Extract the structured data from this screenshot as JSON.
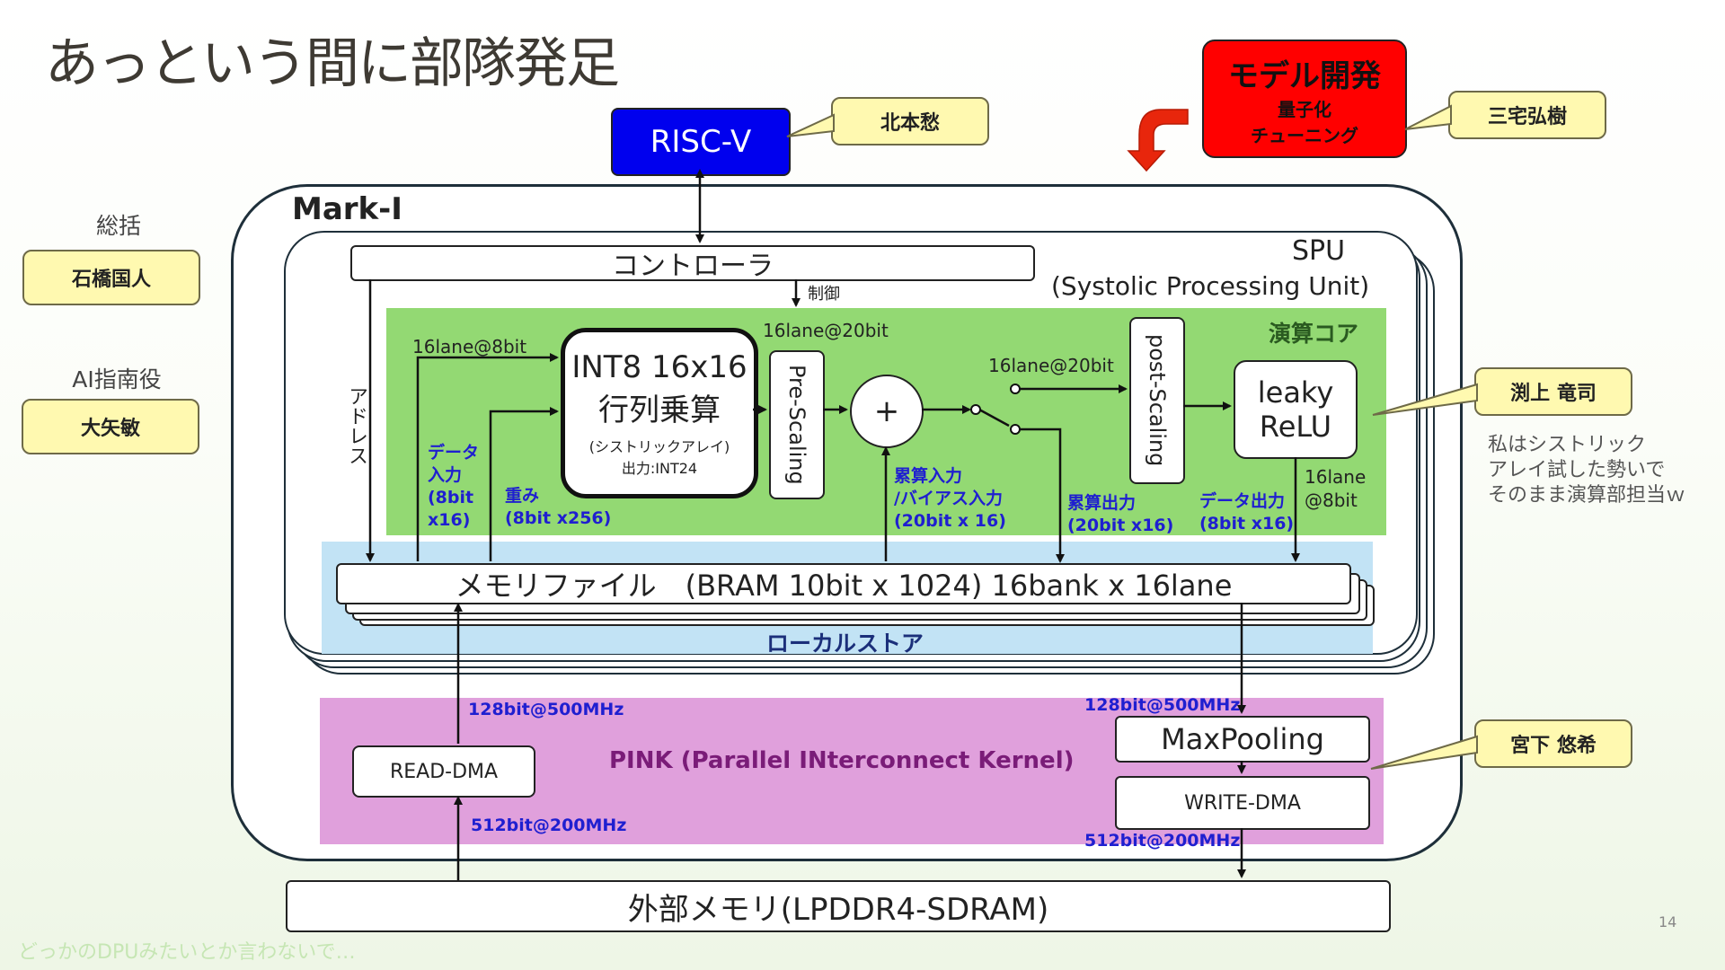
{
  "slide": {
    "title": "あっという間に部隊発足",
    "page_number": "14",
    "footer_note": "どっかのDPUみたいとか言わないで…"
  },
  "people": {
    "risc_owner": "北本愁",
    "model_owner": "三宅弘樹",
    "supervisor_role": "総括",
    "supervisor": "石橋国人",
    "ai_mentor_role": "AI指南役",
    "ai_mentor": "大矢敏",
    "core_owner": "渕上 竜司",
    "core_comment": [
      "私はシストリック",
      "アレイ試した勢いで",
      "そのまま演算部担当ｗ"
    ],
    "pool_owner": "宮下 悠希"
  },
  "blocks": {
    "riscv": "RISC-V",
    "model_dev_title": "モデル開発",
    "model_dev_sub1": "量子化",
    "model_dev_sub2": "チューニング",
    "mark1": "Mark-I",
    "spu_line1": "SPU",
    "spu_line2": "(Systolic Processing Unit)",
    "controller": "コントローラ",
    "control": "制御",
    "address": "アドレス",
    "compute_core": "演算コア",
    "matmul_line1": "INT8 16x16",
    "matmul_line2": "行列乗算",
    "matmul_line3": "(シストリックアレイ)",
    "matmul_line4": "出力:INT24",
    "pre_scaling": "Pre-Scaling",
    "adder": "+",
    "post_scaling": "post-Scaling",
    "relu_line1": "leaky",
    "relu_line2": "ReLU",
    "memory_file": "メモリファイル　(BRAM 10bit x 1024) 16bank x 16lane",
    "local_store": "ローカルストア",
    "pink": "PINK (Parallel INterconnect Kernel)",
    "read_dma": "READ-DMA",
    "maxpooling": "MaxPooling",
    "write_dma": "WRITE-DMA",
    "ext_memory": "外部メモリ(LPDDR4-SDRAM)"
  },
  "labels": {
    "lane8_in": "16lane@8bit",
    "lane20_a": "16lane@20bit",
    "lane20_b": "16lane@20bit",
    "lane8_out_1": "16lane",
    "lane8_out_2": "@8bit",
    "data_in": [
      "データ",
      "入力",
      "(8bit",
      " x16)"
    ],
    "weight": [
      "重み",
      "(8bit x256)"
    ],
    "acc_in": [
      "累算入力",
      "/バイアス入力",
      "(20bit x 16)"
    ],
    "acc_out": [
      "累算出力",
      "(20bit x16)"
    ],
    "data_out": [
      "データ出力",
      "(8bit x16)"
    ],
    "bw_read_top": "128bit@500MHz",
    "bw_read_bottom": "512bit@200MHz",
    "bw_write_top": "128bit@500MHz",
    "bw_write_bottom": "512bit@200MHz"
  },
  "colors": {
    "riscv": "#0000ee",
    "model_dev": "#ff0000",
    "compute_core": "#93d973",
    "local_store": "#c2e3f5",
    "pink": "#e0a0dc",
    "name_tag": "#fff9b0",
    "bandwidth_text": "#1f1fd0",
    "curve_arrow": "#e8260c"
  },
  "icons": {
    "curve_arrow": "curved-down-arrow-icon",
    "switch": "switch-icon"
  }
}
